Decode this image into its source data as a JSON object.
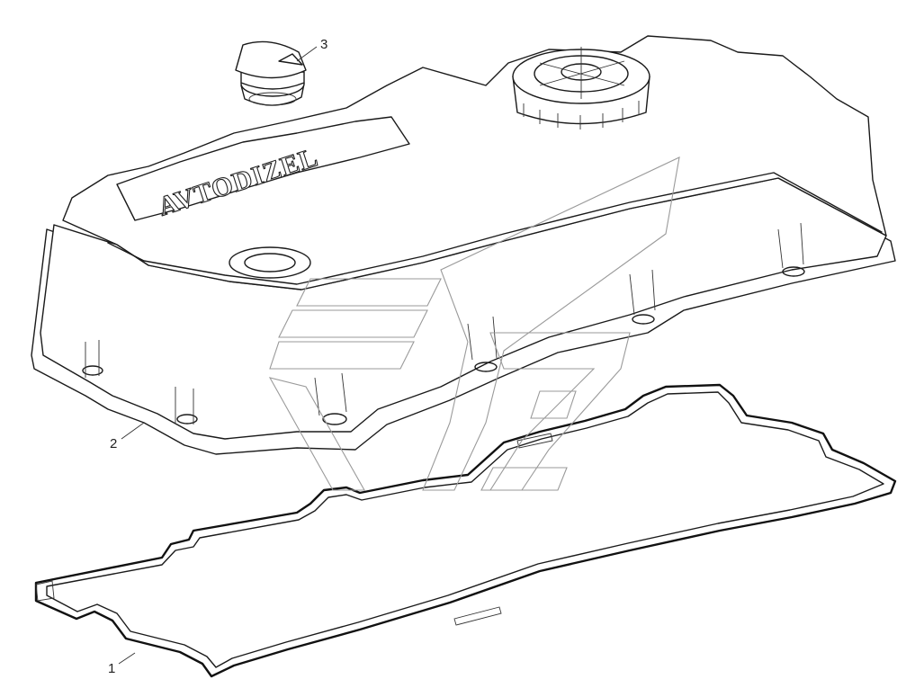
{
  "diagram": {
    "brand_text": "AVTODIZEL",
    "callouts": [
      {
        "id": "gasket",
        "label": "1"
      },
      {
        "id": "cover",
        "label": "2"
      },
      {
        "id": "cap",
        "label": "3"
      }
    ],
    "colors": {
      "line": "#1a1a1a",
      "watermark": "#9a9a9a",
      "background": "#ffffff"
    }
  }
}
